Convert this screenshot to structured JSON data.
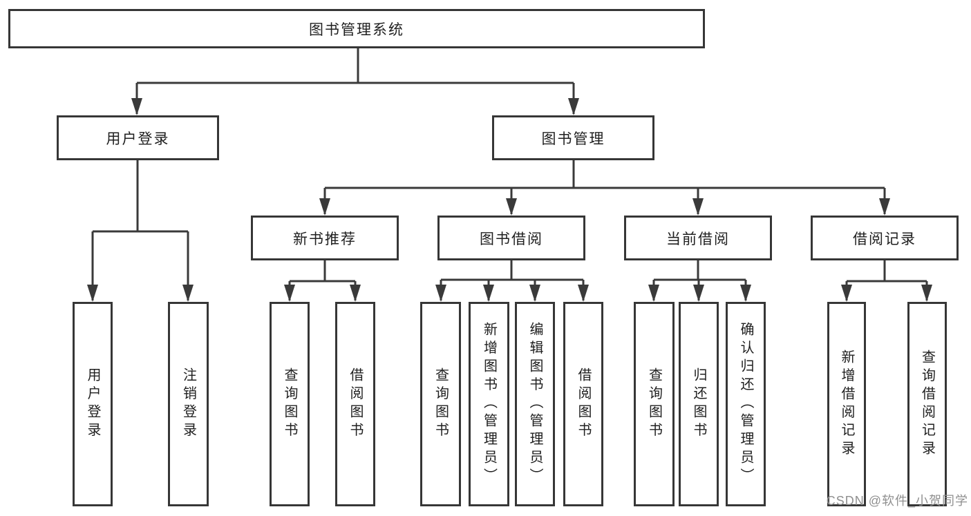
{
  "tree": {
    "root": {
      "label": "图书管理系统"
    },
    "children": [
      {
        "label": "用户登录",
        "children": [
          {
            "label": "用户登录"
          },
          {
            "label": "注销登录"
          }
        ]
      },
      {
        "label": "图书管理",
        "children": [
          {
            "label": "新书推荐",
            "children": [
              {
                "label": "查询图书"
              },
              {
                "label": "借阅图书"
              }
            ]
          },
          {
            "label": "图书借阅",
            "children": [
              {
                "label": "查询图书"
              },
              {
                "label": "新增图书（管理员）"
              },
              {
                "label": "编辑图书（管理员）"
              },
              {
                "label": "借阅图书"
              }
            ]
          },
          {
            "label": "当前借阅",
            "children": [
              {
                "label": "查询图书"
              },
              {
                "label": "归还图书"
              },
              {
                "label": "确认归还（管理员）"
              }
            ]
          },
          {
            "label": "借阅记录",
            "children": [
              {
                "label": "新增借阅记录"
              },
              {
                "label": "查询借阅记录"
              }
            ]
          }
        ]
      }
    ]
  },
  "watermark": {
    "text": "CSDN @软件_小贺同学"
  },
  "colors": {
    "line": "#3a3a3a",
    "box_border": "#363636",
    "text": "#1f1f1f",
    "watermark": "#8f8f8f",
    "background": "#ffffff"
  }
}
